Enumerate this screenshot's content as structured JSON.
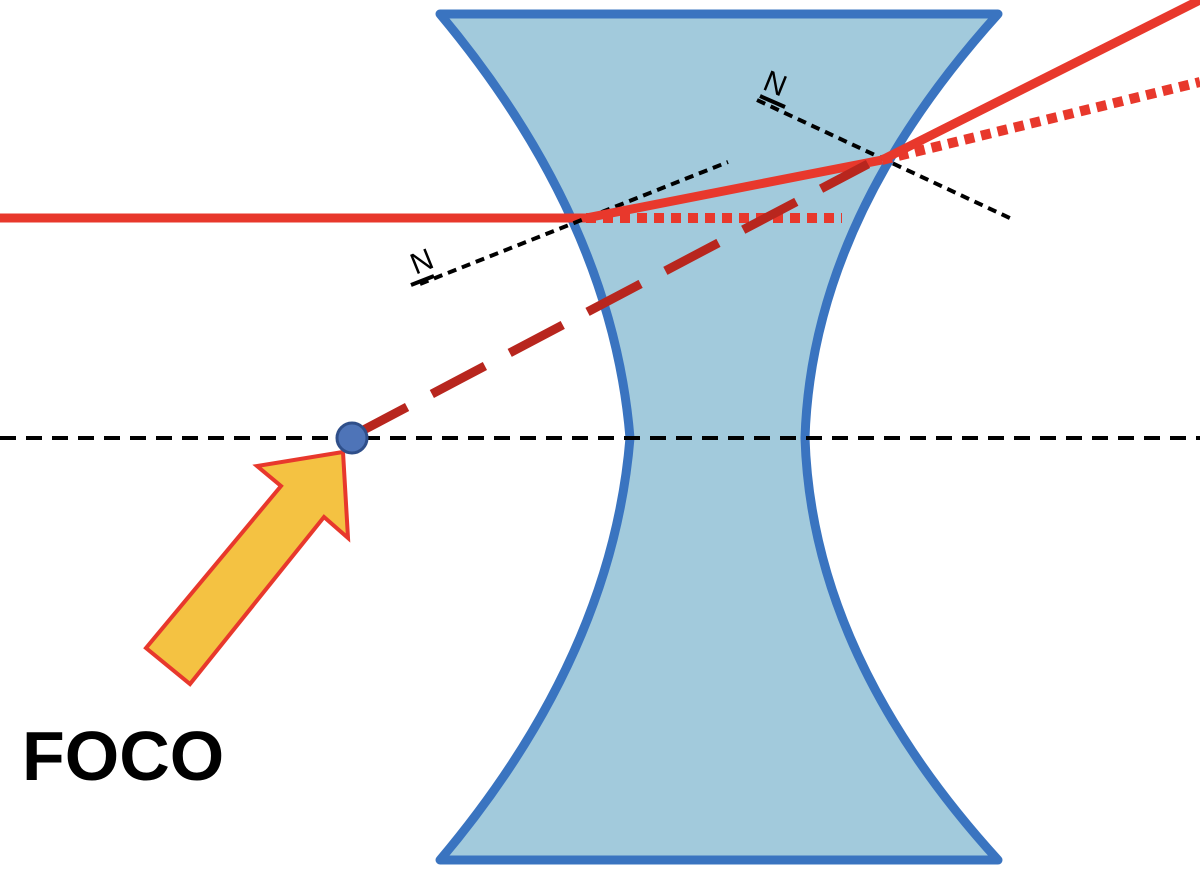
{
  "labels": {
    "normal_1": "N",
    "normal_2": "N",
    "focus": "FOCO"
  },
  "colors": {
    "lens_fill": "#a2cadc",
    "lens_stroke": "#3a74c0",
    "ray": "#e8382c",
    "ray_extension": "#b8261e",
    "axis": "#000000",
    "arrow_fill": "#f4c242",
    "arrow_stroke": "#e8382c",
    "focus_point_fill": "#4e74b8",
    "focus_point_stroke": "#2f4f8a"
  },
  "icons": {
    "focus_pointer": "arrow-pointer-icon",
    "focus_point": "focal-point-dot"
  }
}
